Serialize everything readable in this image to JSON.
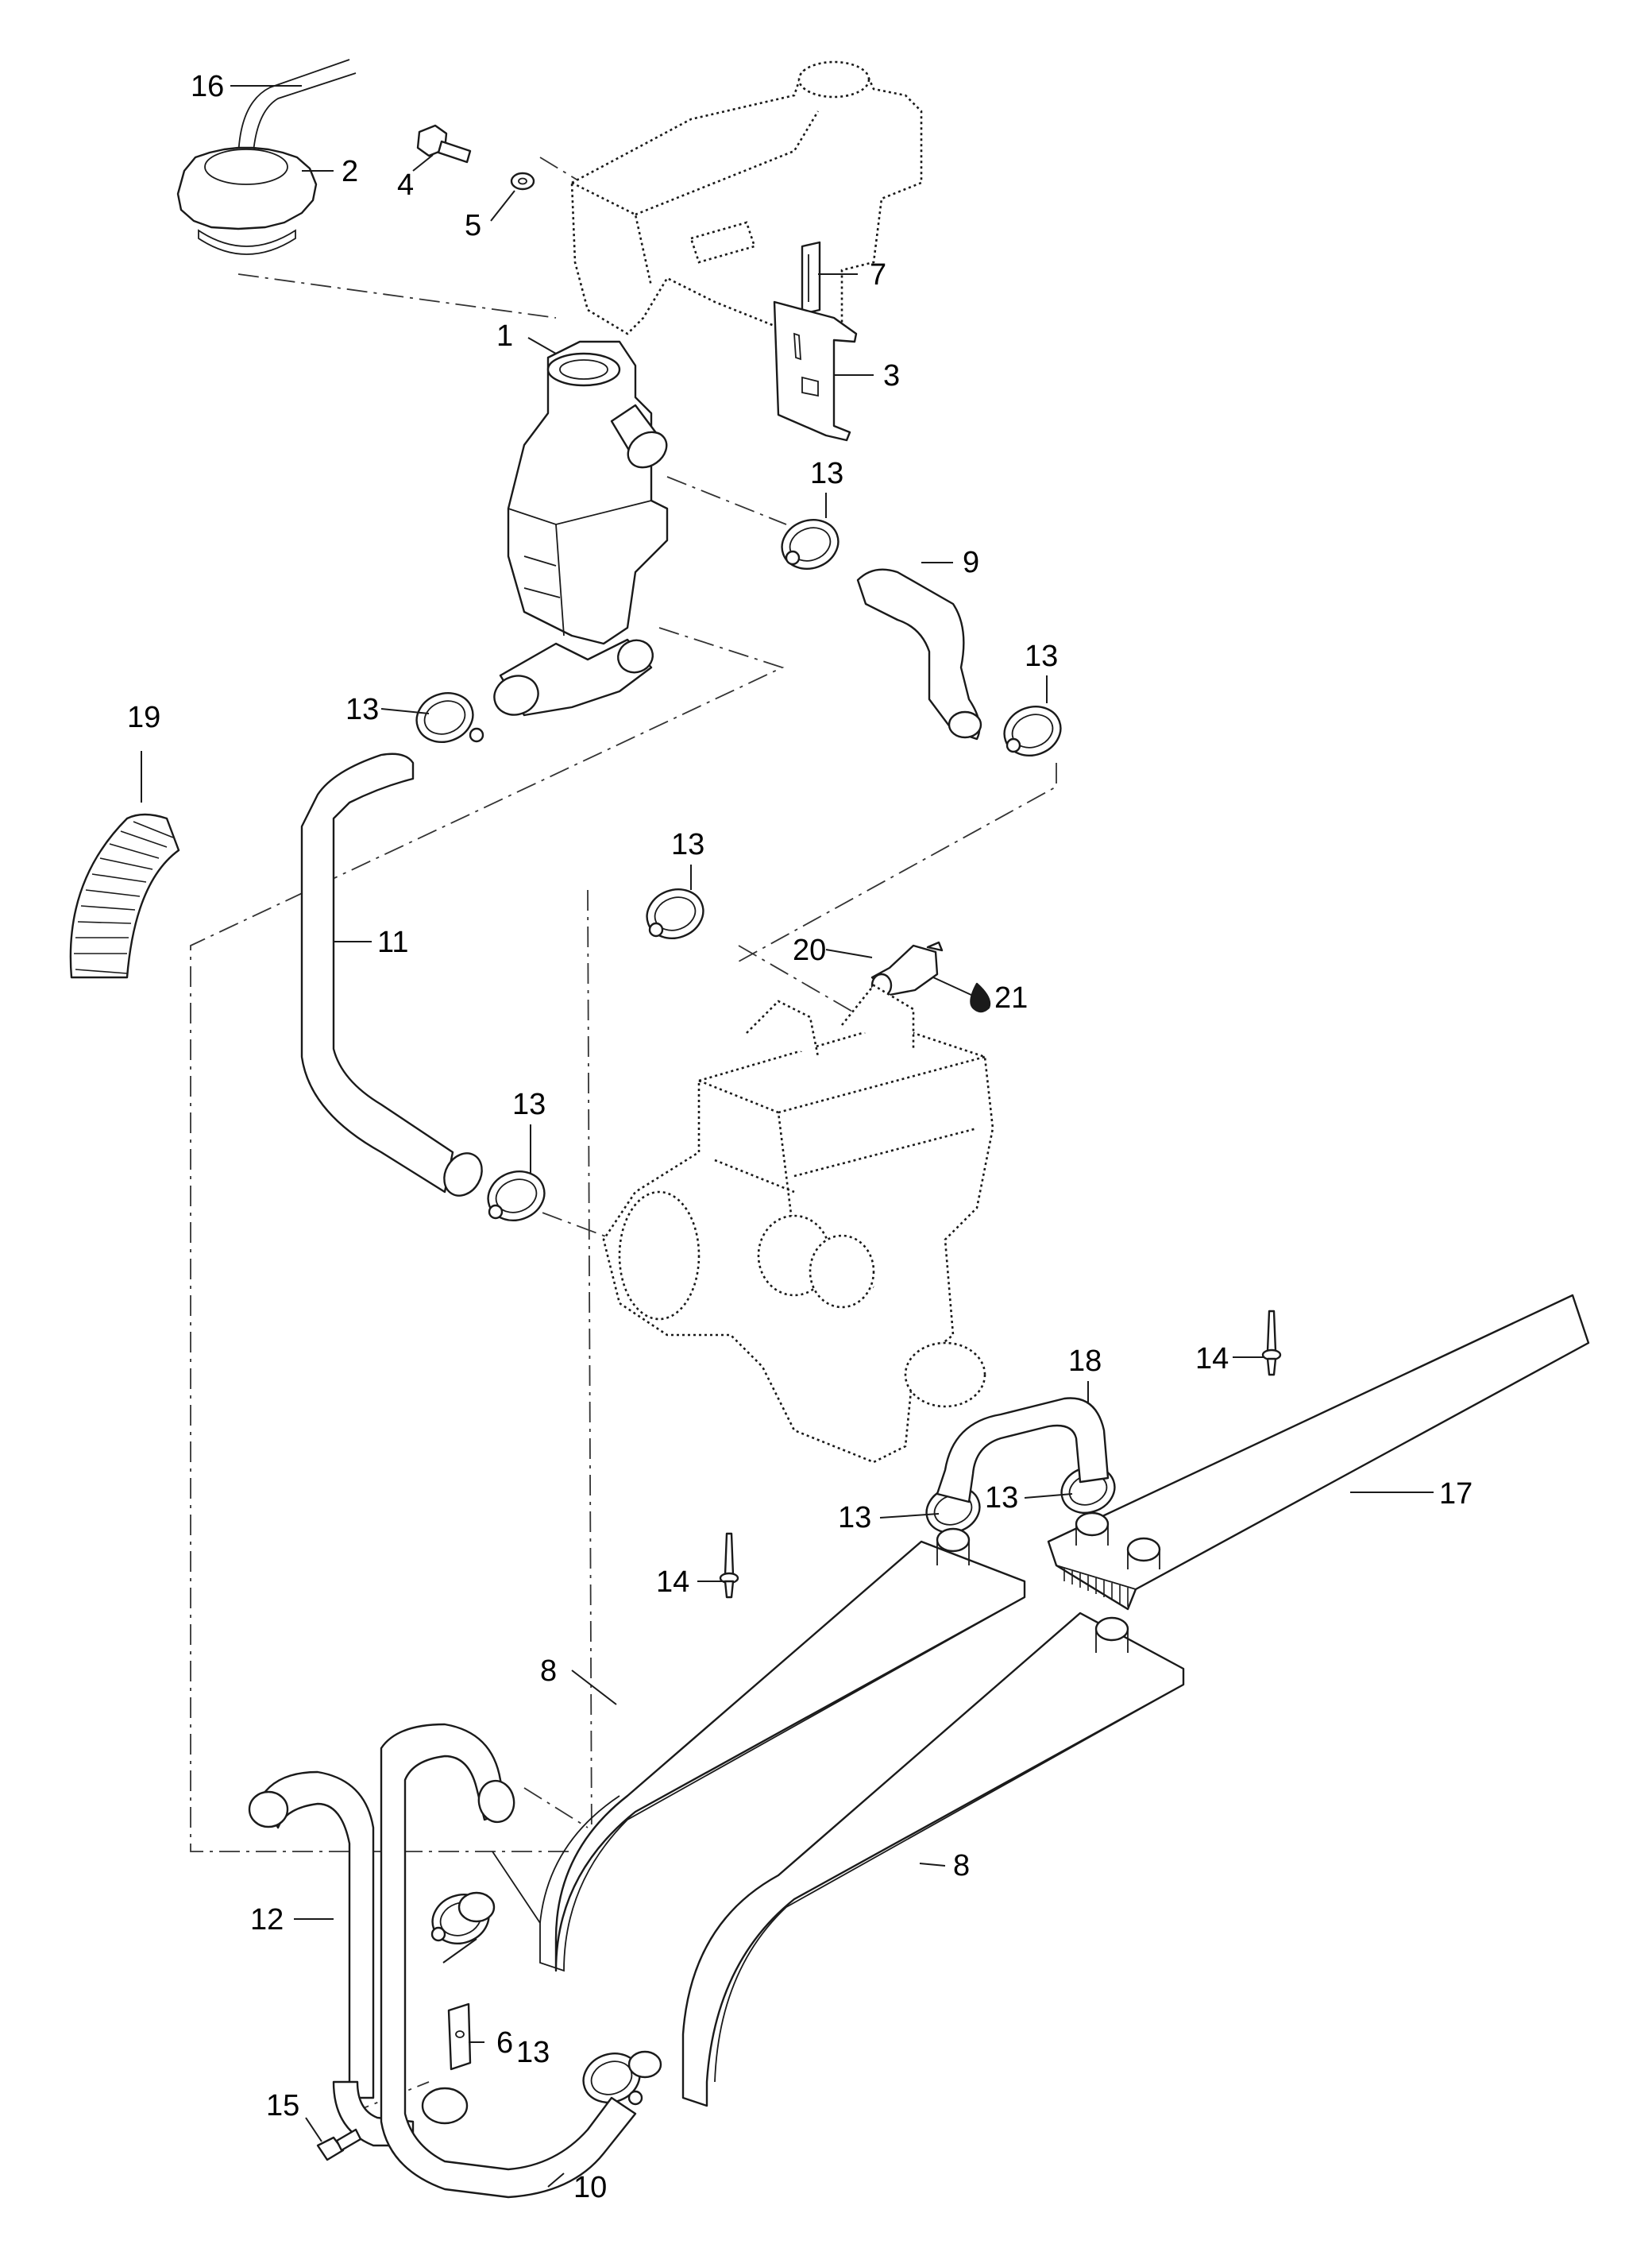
{
  "callouts": [
    {
      "id": "c16a",
      "text": "16"
    },
    {
      "id": "c2",
      "text": "2"
    },
    {
      "id": "c4",
      "text": "4"
    },
    {
      "id": "c5",
      "text": "5"
    },
    {
      "id": "c7",
      "text": "7"
    },
    {
      "id": "c1",
      "text": "1"
    },
    {
      "id": "c3",
      "text": "3"
    },
    {
      "id": "c13a",
      "text": "13"
    },
    {
      "id": "c9",
      "text": "9"
    },
    {
      "id": "c13b",
      "text": "13"
    },
    {
      "id": "c19",
      "text": "19"
    },
    {
      "id": "c13c",
      "text": "13"
    },
    {
      "id": "c13d",
      "text": "13"
    },
    {
      "id": "c11",
      "text": "11"
    },
    {
      "id": "c20",
      "text": "20"
    },
    {
      "id": "c21",
      "text": "21"
    },
    {
      "id": "c13e",
      "text": "13"
    },
    {
      "id": "c14a",
      "text": "14"
    },
    {
      "id": "c18",
      "text": "18"
    },
    {
      "id": "c13f",
      "text": "13"
    },
    {
      "id": "c13g",
      "text": "13"
    },
    {
      "id": "c17",
      "text": "17"
    },
    {
      "id": "c14b",
      "text": "14"
    },
    {
      "id": "c8a",
      "text": "8"
    },
    {
      "id": "c8b",
      "text": "8"
    },
    {
      "id": "c12",
      "text": "12"
    },
    {
      "id": "c13h",
      "text": "13"
    },
    {
      "id": "c6",
      "text": "6"
    },
    {
      "id": "c15",
      "text": "15"
    },
    {
      "id": "c10",
      "text": "10"
    }
  ]
}
